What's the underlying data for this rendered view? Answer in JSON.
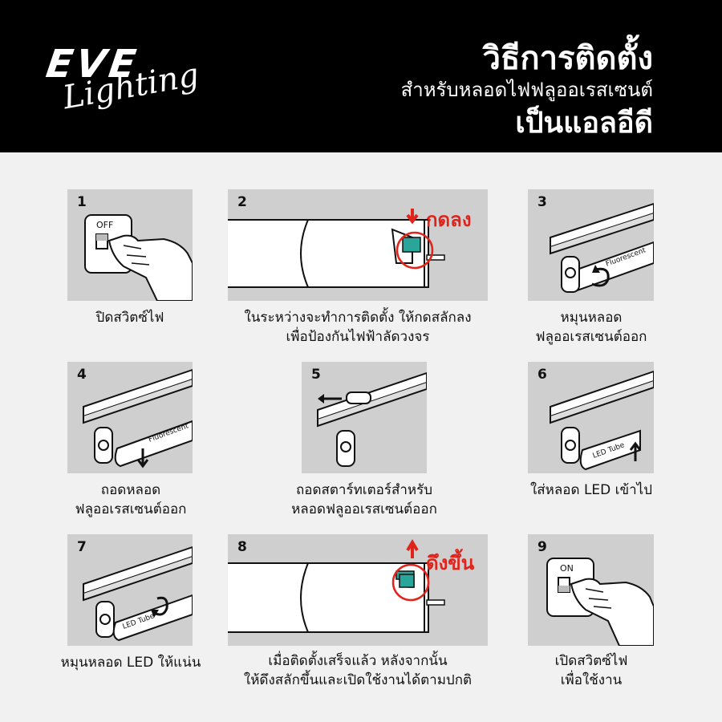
{
  "brand": {
    "name": "EVE",
    "sub": "Lighting"
  },
  "header": {
    "title": "วิธีการติดตั้ง",
    "subtitle_line1": "สำหรับหลอดไฟฟลูออเรสเซนต์",
    "subtitle_line2": "เป็นแอลอีดี"
  },
  "steps": [
    {
      "num": "1",
      "caption": [
        "ปิดสวิตซ์ไฟ"
      ],
      "switch_label": "OFF"
    },
    {
      "num": "2",
      "caption": [
        "ในระหว่างจะทำการติดตั้ง ให้กดสลักลง",
        "เพื่อป้องกันไฟฟ้าลัดวงจร"
      ],
      "action_label": "กดลง"
    },
    {
      "num": "3",
      "caption": [
        "หมุนหลอด",
        "ฟลูออเรสเซนต์ออก"
      ],
      "tube_label": "Fluorescent"
    },
    {
      "num": "4",
      "caption": [
        "ถอดหลอด",
        "ฟลูออเรสเซนต์ออก"
      ],
      "tube_label": "Fluorescent"
    },
    {
      "num": "5",
      "caption": [
        "ถอดสตาร์ทเตอร์สำหรับ",
        "หลอดฟลูออเรสเซนต์ออก"
      ]
    },
    {
      "num": "6",
      "caption": [
        "ใส่หลอด LED เข้าไป"
      ],
      "tube_label": "LED Tube"
    },
    {
      "num": "7",
      "caption": [
        "หมุนหลอด LED ให้แน่น"
      ],
      "tube_label": "LED Tube"
    },
    {
      "num": "8",
      "caption": [
        "เมื่อติดตั้งเสร็จแล้ว  หลังจากนั้น",
        "ให้ดึงสลักขึ้นและเปิดใช้งานได้ตามปกติ"
      ],
      "action_label": "ดึงขึ้น"
    },
    {
      "num": "9",
      "caption": [
        "เปิดสวิตซ์ไฟ",
        "เพื่อใช้งาน"
      ],
      "switch_label": "ON"
    }
  ],
  "colors": {
    "header_bg": "#000000",
    "panel_bg": "#cfcfcf",
    "accent_red": "#e0241b",
    "latch_teal": "#2aa59a"
  }
}
